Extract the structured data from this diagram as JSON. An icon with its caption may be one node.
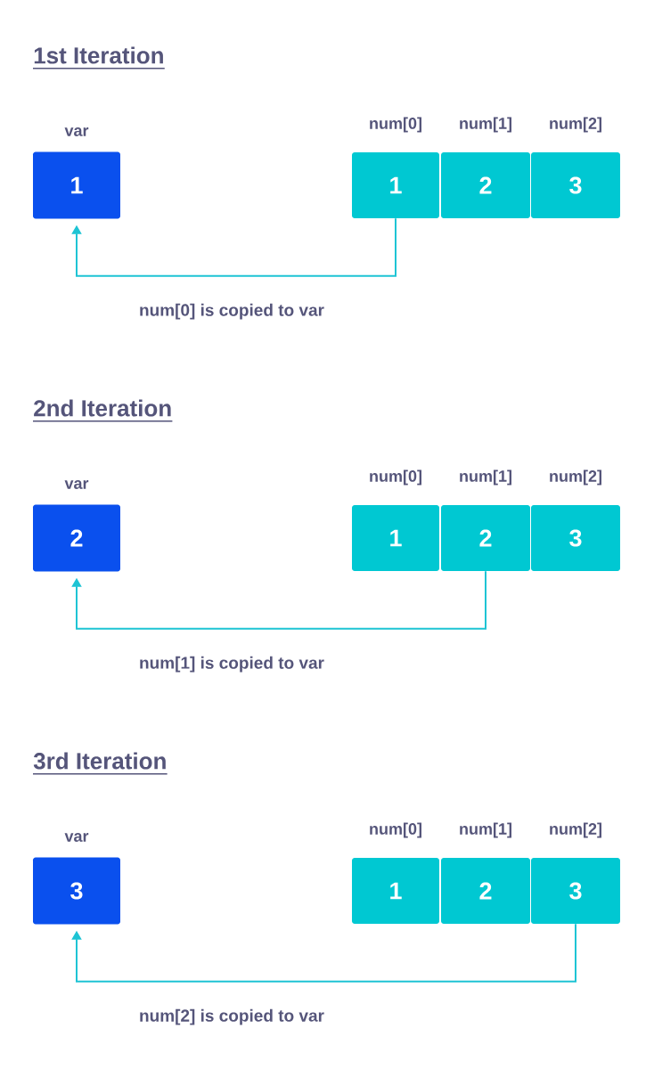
{
  "diagram": {
    "nodes": [
      {
        "text": [
          "1"
        ],
        "beside": [
          "var"
        ]
      },
      {
        "text": [
          "1"
        ],
        "beside": [
          "num[0]"
        ]
      },
      {
        "text": [
          "2"
        ],
        "beside": [
          "num[1]"
        ]
      },
      {
        "text": [
          "3"
        ],
        "beside": [
          "num[2]"
        ]
      },
      {
        "text": [
          "2"
        ],
        "beside": [
          "var"
        ]
      },
      {
        "text": [
          "1"
        ],
        "beside": [
          "num[0]"
        ]
      },
      {
        "text": [
          "2"
        ],
        "beside": [
          "num[1]"
        ]
      },
      {
        "text": [
          "3"
        ],
        "beside": [
          "num[2]"
        ]
      },
      {
        "text": [
          "3"
        ],
        "beside": [
          "var"
        ]
      },
      {
        "text": [
          "1"
        ],
        "beside": [
          "num[0]"
        ]
      },
      {
        "text": [
          "2"
        ],
        "beside": [
          "num[1]"
        ]
      },
      {
        "text": [
          "3"
        ],
        "beside": [
          "num[2]"
        ]
      }
    ],
    "edges": [
      {
        "from": 1,
        "to": 0,
        "arrow": "to",
        "label": "num[0] is copied to var"
      },
      {
        "from": 6,
        "to": 4,
        "arrow": "to",
        "label": "num[1] is copied to var"
      },
      {
        "from": 11,
        "to": 8,
        "arrow": "to",
        "label": "num[2] is copied to var"
      }
    ],
    "labels": [
      "1st Iteration",
      "2nd Iteration",
      "3rd Iteration"
    ]
  }
}
